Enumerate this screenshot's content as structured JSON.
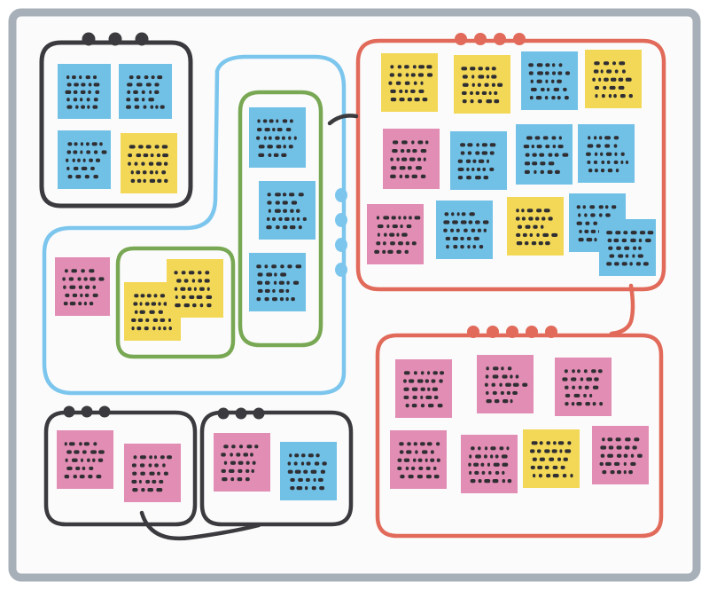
{
  "colors": {
    "frame": "#a7b0b8",
    "board": "#fbfbfb",
    "blue_note": "#71c1e7",
    "yellow_note": "#f3d858",
    "pink_note": "#e28db4",
    "scribble": "#2f2f33",
    "group_black": "#3b3b3f",
    "group_blue": "#7cc6ee",
    "group_green": "#79a854",
    "group_red": "#e16a5a"
  },
  "board": {
    "groups": [
      {
        "id": "top-left",
        "outline": "black",
        "dots": 3,
        "notes": [
          "blue",
          "blue",
          "blue",
          "yellow"
        ]
      },
      {
        "id": "big-blue",
        "outline": "blue",
        "dots": 4,
        "notes": [
          "pink"
        ]
      },
      {
        "id": "green-left",
        "outline": "green",
        "dots": 0,
        "notes": [
          "yellow",
          "yellow"
        ]
      },
      {
        "id": "green-tall",
        "outline": "green",
        "dots": 0,
        "notes": [
          "blue",
          "blue",
          "blue"
        ]
      },
      {
        "id": "top-right",
        "outline": "red",
        "dots": 4,
        "notes": [
          "yellow",
          "yellow",
          "blue",
          "yellow",
          "pink",
          "blue",
          "blue",
          "blue",
          "pink",
          "blue",
          "yellow",
          "blue",
          "blue"
        ]
      },
      {
        "id": "bottom-right",
        "outline": "red",
        "dots": 5,
        "notes": [
          "pink",
          "pink",
          "pink",
          "pink",
          "pink",
          "yellow",
          "pink"
        ]
      },
      {
        "id": "bottom-left-1",
        "outline": "black",
        "dots": 3,
        "notes": [
          "pink",
          "pink"
        ]
      },
      {
        "id": "bottom-left-2",
        "outline": "black",
        "dots": 3,
        "notes": [
          "pink",
          "blue"
        ]
      }
    ],
    "connectors": [
      "top-right-to-bottom-right",
      "green-tall-to-top-right",
      "bottom-left-1-to-bottom-left-2"
    ]
  }
}
